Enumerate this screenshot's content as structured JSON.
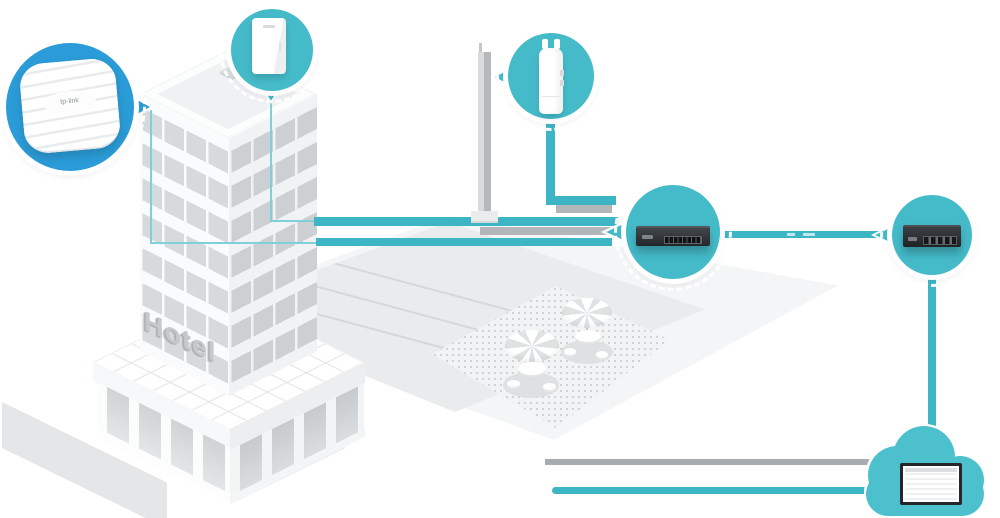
{
  "scene": {
    "background_color": "#ffffff",
    "hotel_sign": "Hotel",
    "brand_logo": "tp-link"
  },
  "palette": {
    "bubble_blue": "#2b9cd8",
    "bubble_teal": "#45bbc9",
    "cloud_teal": "#4dc0cd",
    "line_teal": "#3db5c5",
    "line_teal_thin": "#7fd0d8",
    "line_shadow_gray": "#b3b7b9",
    "building_white": "#fafbfc",
    "window_gray": "#d7dadc"
  },
  "nodes": [
    {
      "id": "ceiling-ap",
      "icon": "ceiling-access-point-icon"
    },
    {
      "id": "wall-ap",
      "icon": "wall-plate-access-point-icon"
    },
    {
      "id": "outdoor-ap",
      "icon": "outdoor-access-point-icon"
    },
    {
      "id": "switch",
      "icon": "rack-switch-icon"
    },
    {
      "id": "router",
      "icon": "vpn-router-icon"
    },
    {
      "id": "cloud-controller",
      "icon": "cloud-management-screen-icon"
    }
  ]
}
